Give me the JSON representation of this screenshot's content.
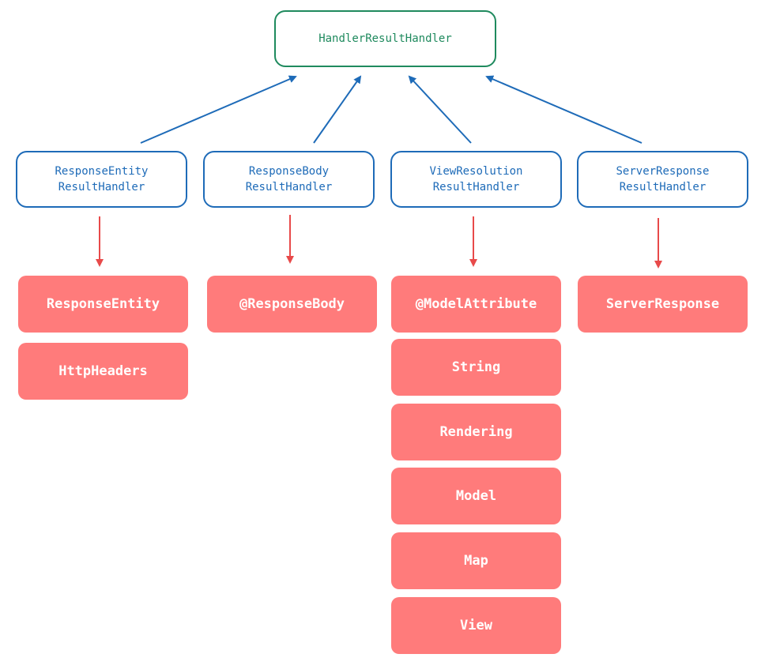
{
  "root": {
    "label": "HandlerResultHandler"
  },
  "handlers": [
    {
      "line1": "ResponseEntity",
      "line2": "ResultHandler"
    },
    {
      "line1": "ResponseBody",
      "line2": "ResultHandler"
    },
    {
      "line1": "ViewResolution",
      "line2": "ResultHandler"
    },
    {
      "line1": "ServerResponse",
      "line2": "ResultHandler"
    }
  ],
  "supported_types": {
    "response_entity": [
      "ResponseEntity",
      "HttpHeaders"
    ],
    "response_body": [
      "@ResponseBody"
    ],
    "view_resolution": [
      "@ModelAttribute",
      "String",
      "Rendering",
      "Model",
      "Map",
      "View"
    ],
    "server_response": [
      "ServerResponse"
    ]
  },
  "colors": {
    "root": "#1f8a5e",
    "handler": "#1e6bb8",
    "type_fill": "#ff7b7b",
    "red_arrow": "#e84a4a"
  }
}
